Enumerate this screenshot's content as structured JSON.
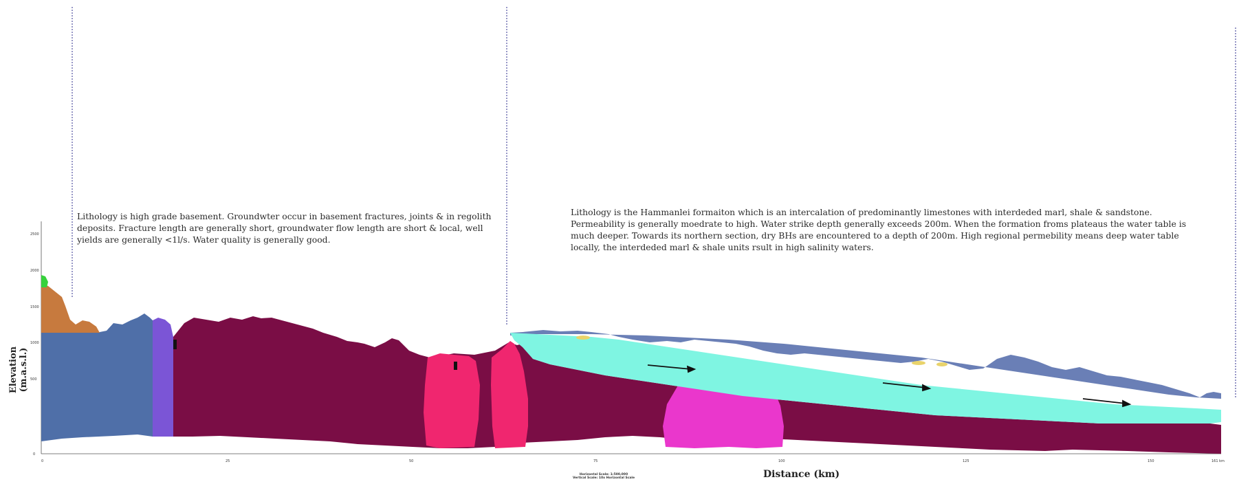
{
  "axes": {
    "y_label": "Elevation (m.a.s.l.)",
    "x_label": "Distance (km)",
    "x_range_km": [
      0,
      160
    ],
    "y_range_m": [
      0,
      2500
    ],
    "x_ticks": [
      "0",
      "25",
      "50",
      "75",
      "100",
      "125",
      "150",
      "161 km"
    ],
    "y_ticks": [
      "2500",
      "2000",
      "1500",
      "1000",
      "500",
      "0"
    ]
  },
  "scale_note": {
    "horizontal": "Horizontal Scale: 1:500,000",
    "vertical": "Vertical Scale: 10x Horizontal Scale"
  },
  "annotations": {
    "left": "Lithology is high grade basement. Groundwter occur in basement fractures, joints & in regolith deposits. Fracture length are generally short, groundwater flow length are short & local, well yields are generally <1l/s. Water quality is generally good.",
    "right": "Lithology is the Hammanlei formaiton which is an intercalation of predominantly limestones with interdeded marl, shale & sandstone. Permeability is generally moedrate to high. Water strike depth generally exceeds 200m. When the formation froms plateaus the water table is much deeper. Towards its northern section, dry BHs are encountered to a depth of 200m. High regional permebility means deep water table locally, the interdeded marl & shale units rsult in high salinity waters."
  },
  "colors": {
    "basement_blue": "#4f6fa8",
    "purple": "#7b55d6",
    "maroon": "#7a0d45",
    "pink": "#f0266f",
    "magenta": "#ea37cc",
    "aquifer_cyan": "#7ff5e2",
    "upper_unit": "#6a7fb6",
    "brown": "#c77a3e",
    "green": "#36d13b",
    "divider": "#2c2c8c"
  }
}
